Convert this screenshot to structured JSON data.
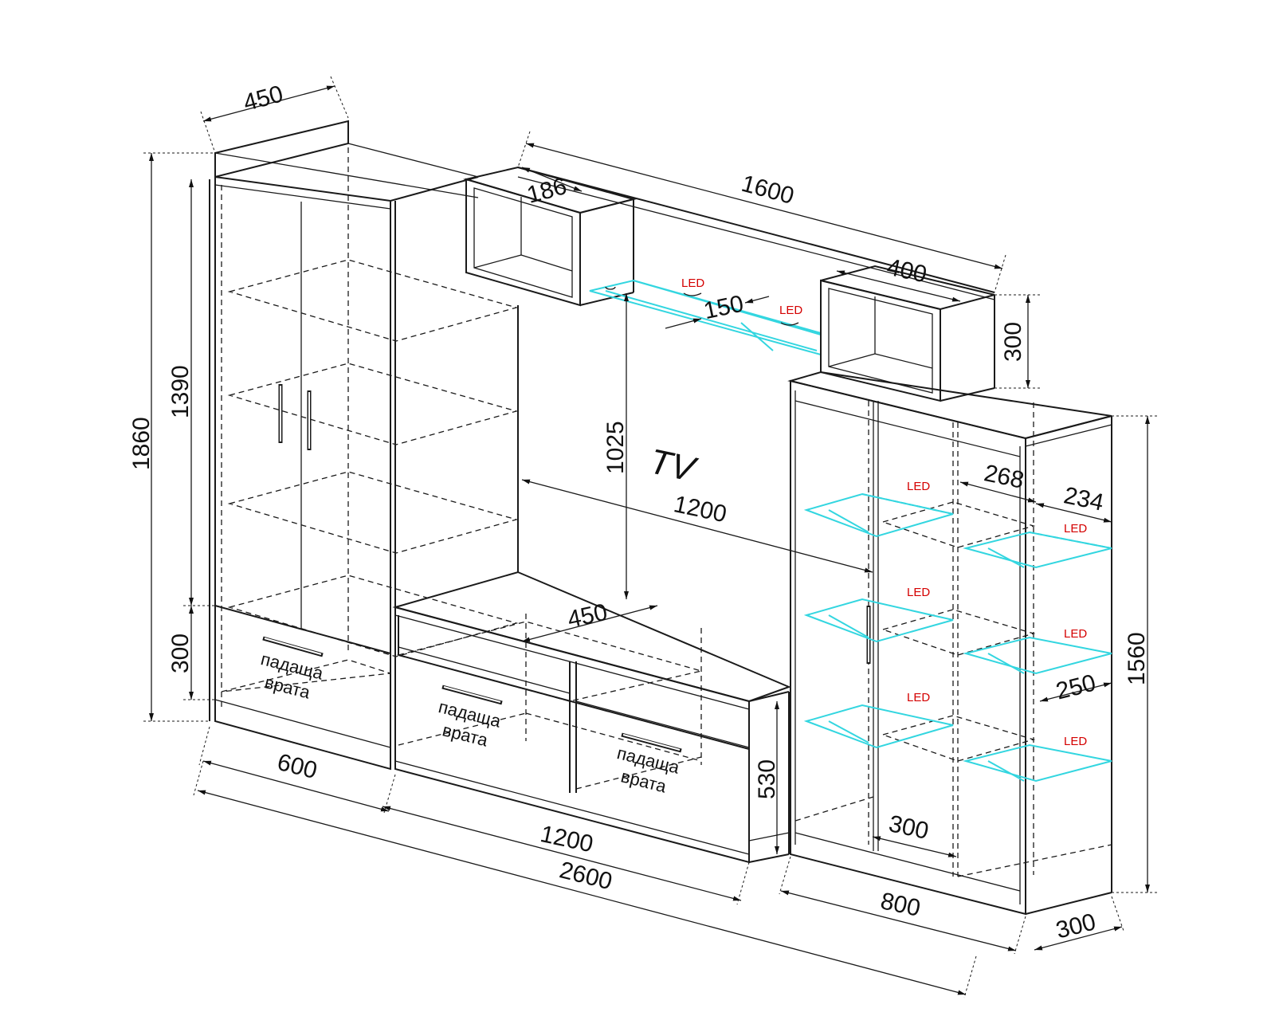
{
  "dimensions": {
    "top_depth": "450",
    "shelf_box_depth": "186",
    "top_span": "1600",
    "right_box_width": "400",
    "right_box_height": "300",
    "glass_shelf_depth": "150",
    "total_height": "1860",
    "upper_section_height": "1390",
    "lower_drawer_height": "300",
    "tv_height": "1025",
    "tv_width": "1200",
    "tv_base_depth": "450",
    "right_shelf_268": "268",
    "right_shelf_234": "234",
    "right_cabinet_height": "1560",
    "right_shelf_250": "250",
    "left_cabinet_width": "600",
    "base_height": "530",
    "tv_base_width": "1200",
    "overall_width": "2600",
    "right_inner_300": "300",
    "right_cabinet_width": "800",
    "right_cabinet_depth": "300"
  },
  "labels": {
    "tv": "TV",
    "led": "LED",
    "drop_door_line1": "падаща",
    "drop_door_line2": "врата"
  },
  "colors": {
    "line": "#1a1a1a",
    "glass": "#33d6e0",
    "led_text": "#d40000"
  }
}
